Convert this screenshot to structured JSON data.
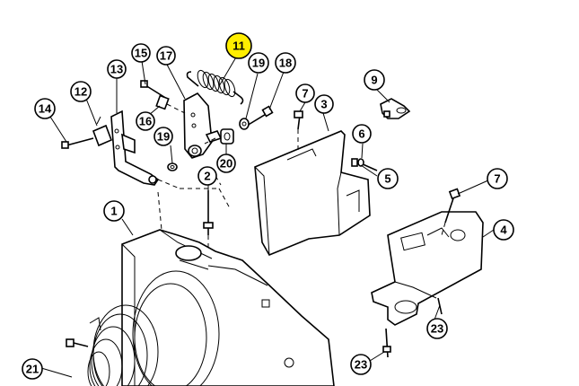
{
  "highlight_color": "#ffee00",
  "callouts": [
    {
      "id": "c11",
      "label": "11",
      "highlight": true
    },
    {
      "id": "c15",
      "label": "15"
    },
    {
      "id": "c17",
      "label": "17"
    },
    {
      "id": "c19a",
      "label": "19"
    },
    {
      "id": "c18",
      "label": "18"
    },
    {
      "id": "c13",
      "label": "13"
    },
    {
      "id": "c12",
      "label": "12"
    },
    {
      "id": "c14",
      "label": "14"
    },
    {
      "id": "c16",
      "label": "16"
    },
    {
      "id": "c19b",
      "label": "19"
    },
    {
      "id": "c20",
      "label": "20"
    },
    {
      "id": "c2",
      "label": "2"
    },
    {
      "id": "c1",
      "label": "1"
    },
    {
      "id": "c7a",
      "label": "7"
    },
    {
      "id": "c3",
      "label": "3"
    },
    {
      "id": "c9",
      "label": "9"
    },
    {
      "id": "c6",
      "label": "6"
    },
    {
      "id": "c5",
      "label": "5"
    },
    {
      "id": "c7b",
      "label": "7"
    },
    {
      "id": "c4",
      "label": "4"
    },
    {
      "id": "c23a",
      "label": "23"
    },
    {
      "id": "c23b",
      "label": "23"
    },
    {
      "id": "c21",
      "label": "21"
    }
  ]
}
